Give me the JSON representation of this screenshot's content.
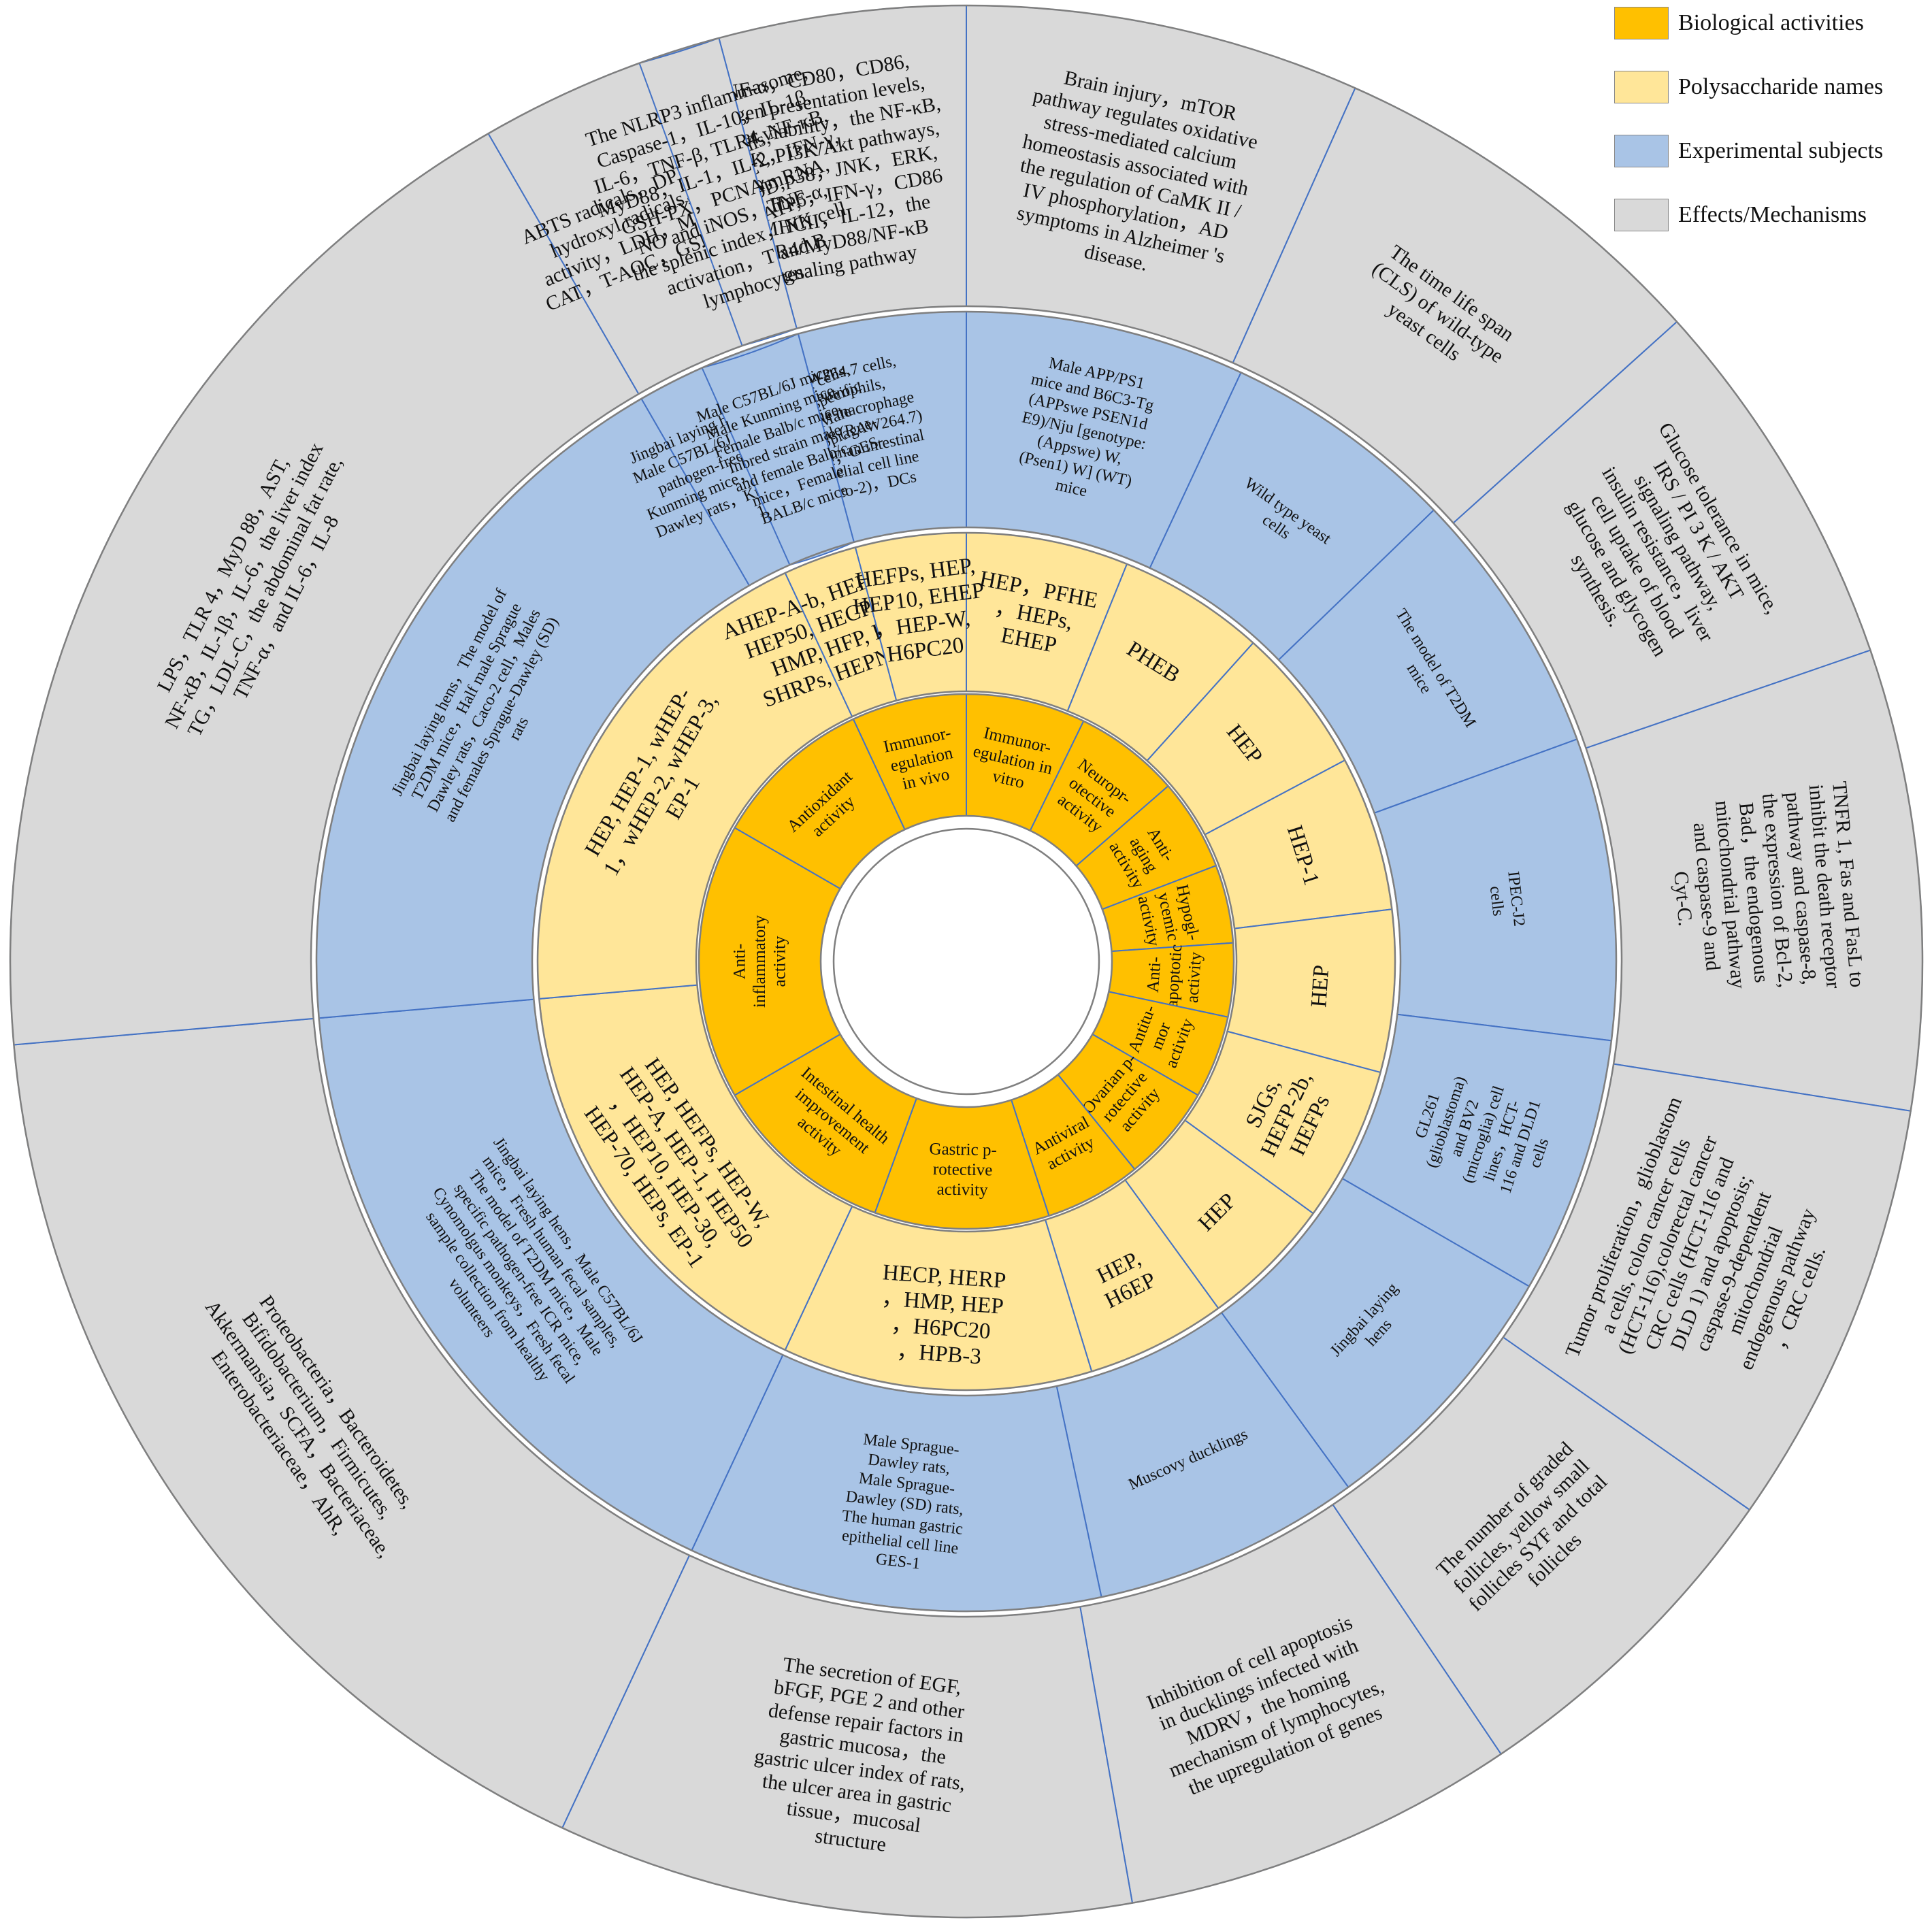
{
  "legend": [
    {
      "label": "Biological activities",
      "color": "#FFC000"
    },
    {
      "label": "Polysaccharide names",
      "color": "#FFE699"
    },
    {
      "label": "Experimental subjects",
      "color": "#A9C4E6"
    },
    {
      "label": "Effects/Mechanisms",
      "color": "#D9D9D9"
    }
  ],
  "colors": {
    "line": "#4472C4",
    "outline": "#7F7F7F"
  },
  "rings": [
    {
      "name": "biological-activities",
      "color": "#FFC000",
      "segments": [
        {
          "text": "Immunor-\negulation in\nvitro"
        },
        {
          "text": "Neuropr-\notective\nactivity"
        },
        {
          "text": "Anti-\naging\nactivity"
        },
        {
          "text": "Hypogl-\nycemic\nactivity"
        },
        {
          "text": "Anti-\napoptotic\nactivity"
        },
        {
          "text": "Antitu-\nmor\nactivity"
        },
        {
          "text": "Ovarian p-\nrotective\nactivity"
        },
        {
          "text": "Antiviral\nactivity"
        },
        {
          "text": "Gastric p-\nrotective\nactivity"
        },
        {
          "text": "Intestinal health\nimprovement\nactivity"
        },
        {
          "text": "Anti-\ninflammatory\nactivity"
        },
        {
          "text": "Antioxidant\nactivity"
        },
        {
          "text": "Immunor-\negulation\nin vivo"
        }
      ]
    },
    {
      "name": "polysaccharide-names",
      "color": "#FFE699",
      "segments": [
        {
          "text": "HEP，PFHE\n，HEPs,\nEHEP"
        },
        {
          "text": "PHEB"
        },
        {
          "text": "HEP"
        },
        {
          "text": "HEP-1"
        },
        {
          "text": "HEP"
        },
        {
          "text": "SJGs,\nHEFP-2b,\nHEFPs"
        },
        {
          "text": "HEP"
        },
        {
          "text": "HEP,\nH6EP"
        },
        {
          "text": "HECP, HERP\n，HMP, HEP\n，H6PC20\n，HPB-3"
        },
        {
          "text": "HEP, HEFPs, HEP-W,\nHEP-A, HEP-1, HEP50\n，HEP10, HEP-30,\nHEP-70, HEPs, EP-1"
        },
        {
          "text": "HEP, HEP-1, wHEP-\n1，wHEP-2, wHEP-3,\nEP-1"
        },
        {
          "text": "AHEP-A-b, HEP, HEFPs,\nHEP50, HECP, HERP,\nHMP, HFP, HRPs,\nSHRPs, HEPN, Hep-2"
        },
        {
          "text": "HEFPs, HEP,\nHEP10, EHEP\n，HEP-W,\nH6PC20"
        }
      ]
    },
    {
      "name": "experimental-subjects",
      "color": "#A9C4E6",
      "segments": [
        {
          "text": "RAW264.7 cells,\nNeutrophils,\nMurine macrophage\ncell line (RAW264.7)\nand human intestinal\nepithelial cell line\n(Caco-2)，DCs"
        },
        {
          "text": "Male APP/PS1\nmice and B6C3-Tg\n(APPswe PSEN1d\nE9)/Nju [genotype:\n(Appswe) W,\n(Psen1) W] (WT)\nmice"
        },
        {
          "text": "Wild type yeast\ncells"
        },
        {
          "text": "The model of T2DM\nmice"
        },
        {
          "text": "IPEC-J2\ncells"
        },
        {
          "text": "GL261\n(glioblastoma)\nand BV2\n(microglia) cell\nlines，HCT-\n116 and DLD1\ncells"
        },
        {
          "text": "Jingbai laying\nhens"
        },
        {
          "text": "Muscovy ducklings"
        },
        {
          "text": "Male Sprague-\nDawley rats,\nMale Sprague-\nDawley (SD) rats,\nThe human gastric\nepithelial cell line\nGES-1"
        },
        {
          "text": "Jingbai laying hens，Male C57BL/6J\nmice，Fresh human fecal samples,\nThe model of T2DM mice，Male\nspecific pathogen-free ICR mice,\nCynomolgus monkeys，Fresh fecal\nsample collection from healthy\nvolunteers"
        },
        {
          "text": "Jingbai laying hens，The model of\nT2DM mice，Half male Sprague\nDawley rats，Caco-2 cell，Males\nand females Sprague-Dawley (SD)\nrats"
        },
        {
          "text": "Jingbai laying hens，IPEC-J2 cells,\nMale C57BL/6J mice，Male specific\npathogen-free ICR mice，Male\nKunming mice，Male adult Sprague-\nDawley rats，Kunming mice，GES-\n1 cells"
        },
        {
          "text": "Male C57BL/6J mice,\nMale Kunming mice,\nFemale Balb/c mice,\nInbred strain male\nand female Balb/c\nmice，Female\nBALB/c mice"
        }
      ]
    },
    {
      "name": "effects-mechanisms",
      "color": "#D9D9D9",
      "segments": [
        {
          "text": "TNF-α，CD80，CD86,\nantigen presentation levels,\ncellular viability，the NF-κB,\nMAPK, PI3K/Akt pathways,\nIκB-α，p38，JNK，ERK,\nAkt，IL-6，IFN-γ，CD86\n，MHCII，IL-12，the\nTLR4/MyD88/NF-κB\nsignaling pathway"
        },
        {
          "text": "Brain injury，mTOR\npathway regulates oxidative\nstress-mediated calcium\nhomeostasis associated with\nthe regulation of CaMK II /\nIV phosphorylation，AD\nsymptoms in Alzheimer 's\ndisease."
        },
        {
          "text": "The time life span\n(CLS) of wild-type\nyeast cells"
        },
        {
          "text": "Glucose tolerance in mice,\nIRS / PI 3 K / AKT\nsignaling pathway,\ninsulin resistance，liver\ncell uptake of blood\nglucose and glycogen\nsynthesis."
        },
        {
          "text": "TNFR 1, Fas and FasL to\ninhibit the death receptor\npathway and caspase-8,\nthe expression of Bcl-2,\nBad，the endogenous\nmitochondrial pathway\nand caspase-9 and\nCyt-C."
        },
        {
          "text": "Tumor proliferation，glioblastom\na cells, colon cancer cells\n(HCT-116),colorectal cancer\nCRC cells (HCT-116 and\nDLD 1) and apoptosis;\ncaspase-9-dependent\nmitochondrial\nendogenous pathway\n，CRC cells."
        },
        {
          "text": "The number of graded\nfollicles, yellow small\nfollicles SYF and total\nfollicles"
        },
        {
          "text": "Inhibition of cell apoptosis\nin ducklings infected with\nMDRV，the homing\nmechanism of lymphocytes,\nthe upregulation of genes"
        },
        {
          "text": "The secretion of EGF,\nbFGF, PGE 2 and other\ndefense repair factors in\ngastric mucosa，the\ngastric ulcer index of rats,\nthe ulcer area in gastric\ntissue，mucosal\nstructure"
        },
        {
          "text": "Proteobacteria，Bacteroidetes,\nBifidobacterium，Firmicutes,\nAkkermansia，SCFA，Bacteriaceae,\nEnterobacteriaceae，AhR,"
        },
        {
          "text": "LPS，TLR 4，MyD 88，AST,\nNF-κB，IL-1β，IL-6，the liver index\nTG，LDL-C，the abdominal fat rate,\nTNF-α，and IL-6，IL-8"
        },
        {
          "text": "ABTS radicals，DPPH radicals,\nhydroxyl radicals，T-AOC\nactivity，LDH，MDA，SOD,\nCAT，T-AOC，GSH-PX，ATP,"
        },
        {
          "text": "The NLRP3 inflammasome,\nCaspase-1，IL-10，IL-1β,\nIL-6，TNF-β, TLR4, NF-κB,\nMyD88，IL-1，IL-2，IFN-γ,\nGSH-PX，PCNA mRNA,\nNO and iNOS，TNF-α,\nthe splenic index，NK cell\nactivation，T and B\nlymphocytes"
        }
      ]
    }
  ]
}
